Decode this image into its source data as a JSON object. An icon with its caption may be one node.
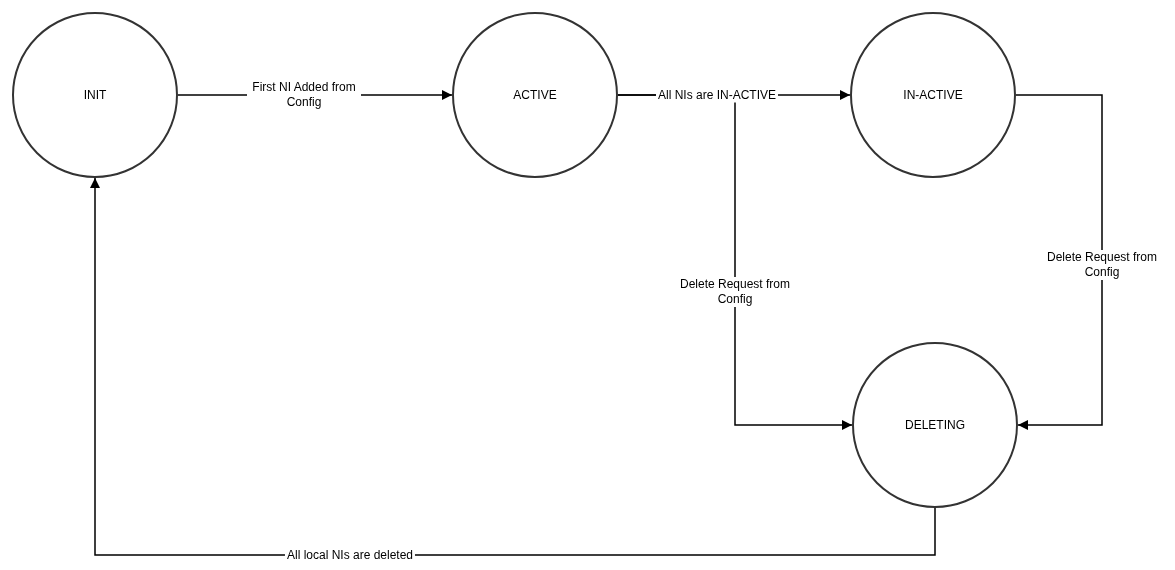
{
  "diagram": {
    "nodes": [
      {
        "text": [
          "INIT"
        ]
      },
      {
        "text": [
          "ACTIVE"
        ]
      },
      {
        "text": [
          "IN-ACTIVE"
        ]
      },
      {
        "text": [
          "DELETING"
        ]
      }
    ],
    "edges": [
      {
        "from": 0,
        "to": 1,
        "arrow": "to",
        "label": "First NI Added from Config"
      },
      {
        "from": 1,
        "to": 2,
        "arrow": "to",
        "label": "All NIs are IN-ACTIVE"
      },
      {
        "from": 1,
        "to": 3,
        "arrow": "to",
        "label": "Delete Request from Config"
      },
      {
        "from": 2,
        "to": 3,
        "arrow": "to",
        "label": "Delete Request from Config"
      },
      {
        "from": 3,
        "to": 0,
        "arrow": "to",
        "label": "All local NIs are deleted"
      }
    ]
  }
}
